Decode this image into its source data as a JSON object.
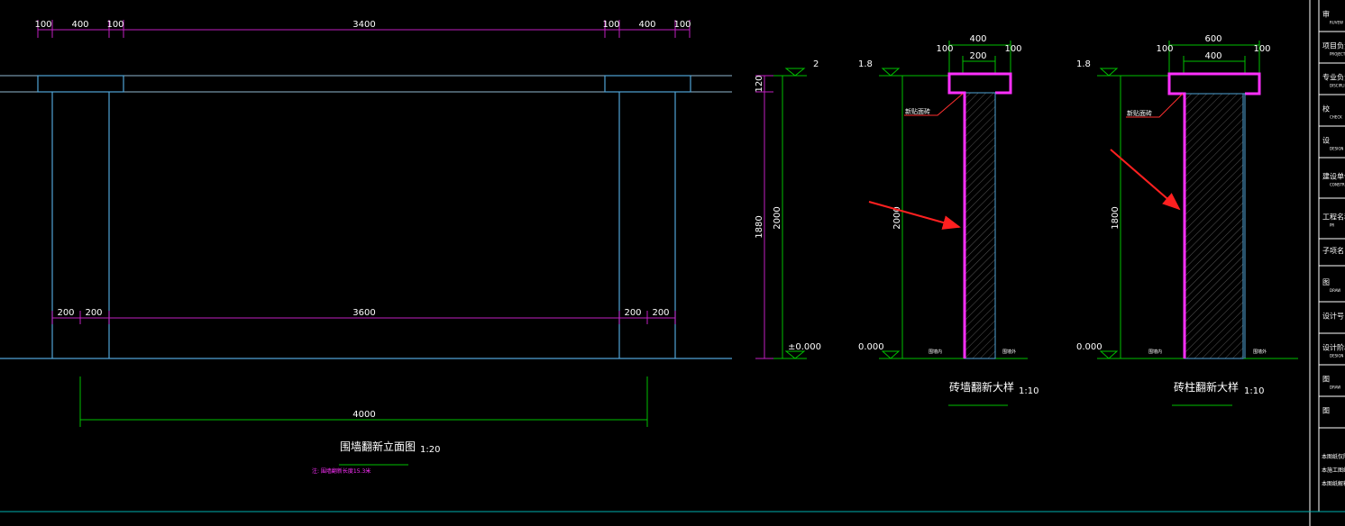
{
  "colors": {
    "background": "#000000",
    "structure": "#4fa3d6",
    "dimension": "#c020c0",
    "extension": "#00c000",
    "highlight": "#ff30ff",
    "arrow": "#ff2020",
    "text": "#ffffff"
  },
  "elevation": {
    "top_dims": [
      "100",
      "400",
      "100",
      "3400",
      "100",
      "400",
      "100"
    ],
    "bottom_dims": [
      "200",
      "200",
      "3600",
      "200",
      "200"
    ],
    "overall_width": "4000",
    "height_dim_a": "120",
    "height_dim_b": "1880",
    "height_dim_c": "2000",
    "top_level": "2",
    "ground_level": "±0.000",
    "title": "围墙翻新立面图",
    "scale": "1:20",
    "note": "注: 围墙翻新长度15.3米"
  },
  "wall_detail": {
    "top_dim_outer": "400",
    "top_dim_inner": "200",
    "side_dim_left": "100",
    "side_dim_right": "100",
    "height_dim": "2000",
    "top_level": "1.8",
    "ground_level": "0.000",
    "label_tile": "新贴面砖",
    "label_inside": "围墙内",
    "label_outside": "围墙外",
    "title": "砖墙翻新大样",
    "scale": "1:10"
  },
  "column_detail": {
    "top_dim_outer": "600",
    "top_dim_inner": "400",
    "side_dim_left": "100",
    "side_dim_right": "100",
    "height_dim": "1800",
    "top_level": "1.8",
    "ground_level": "0.000",
    "label_tile": "新贴面砖",
    "label_inside": "围墙内",
    "label_outside": "围墙外",
    "title": "砖柱翻新大样",
    "scale": "1:10"
  },
  "title_block": {
    "rows": [
      {
        "label": "审",
        "sub": "RUVEW"
      },
      {
        "label": "项目负责",
        "sub": "PROJECT"
      },
      {
        "label": "专业负责",
        "sub": "DISCIPLINE RESPO"
      },
      {
        "label": "校",
        "sub": "CHECK"
      },
      {
        "label": "设",
        "sub": "DESIGN"
      },
      {
        "label": "建设单位",
        "sub": "CONSTR"
      },
      {
        "label": "工程名称",
        "sub": "PR"
      },
      {
        "label": "子项名",
        "sub": ""
      },
      {
        "label": "图",
        "sub": "DRAW"
      },
      {
        "label": "设计号",
        "sub": ""
      },
      {
        "label": "设计阶段",
        "sub": "DESIGN"
      },
      {
        "label": "图",
        "sub": "DRAW"
      },
      {
        "label": "图",
        "sub": ""
      }
    ],
    "notes": [
      "本图纸仅限",
      "本施工图纸",
      "本图纸解释"
    ]
  }
}
